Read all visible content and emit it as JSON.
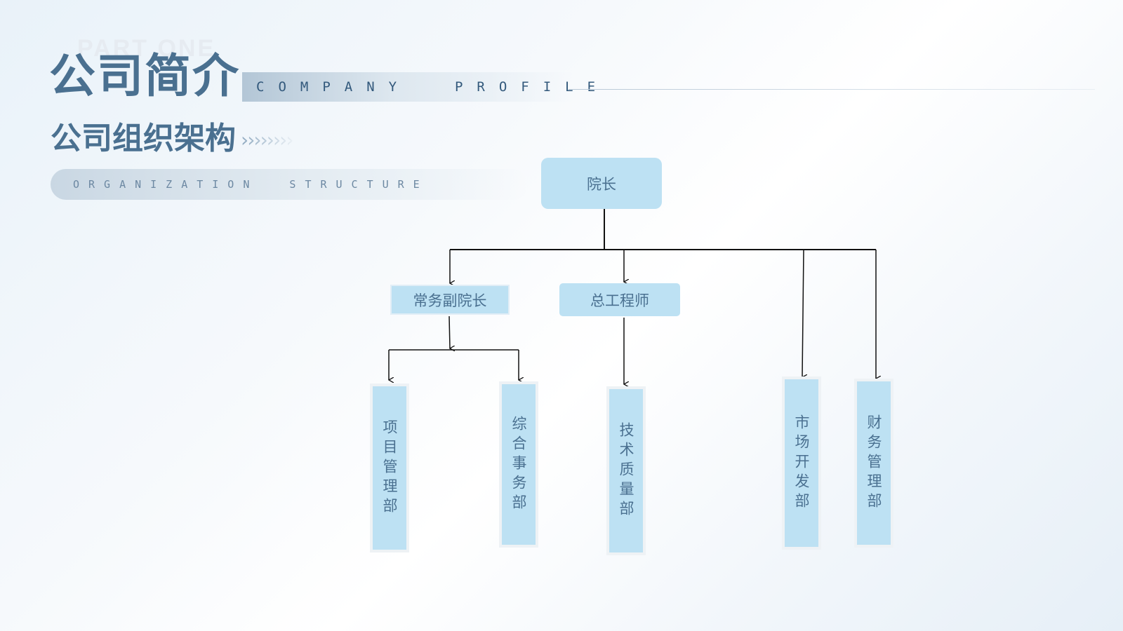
{
  "header": {
    "part_label": "PART ONE",
    "title": "公司简介",
    "profile_label": "COMPANY  PROFILE"
  },
  "section": {
    "title": "公司组织架构",
    "chevrons": "››››››››",
    "subtitle_en": "ORGANIZATION  STRUCTURE"
  },
  "org_chart": {
    "root": "院长",
    "level2": [
      "常务副院长",
      "总工程师"
    ],
    "departments": [
      "项目管理部",
      "综合事务部",
      "技术质量部",
      "市场开发部",
      "财务管理部"
    ]
  },
  "colors": {
    "accent": "#4a7090",
    "node_fill": "#bde1f3",
    "connector": "#111111"
  }
}
